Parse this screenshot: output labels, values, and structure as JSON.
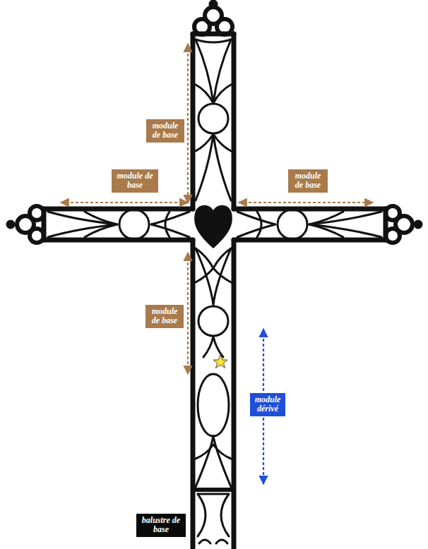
{
  "diagram": {
    "nodes": [
      {
        "text": [
          "module de base"
        ]
      },
      {
        "text": [
          "module de base"
        ]
      },
      {
        "text": [
          "module de base"
        ]
      },
      {
        "text": [
          "module de base"
        ]
      },
      {
        "text": [
          "module dérivé"
        ]
      },
      {
        "text": [
          "balustre de base"
        ]
      }
    ]
  }
}
